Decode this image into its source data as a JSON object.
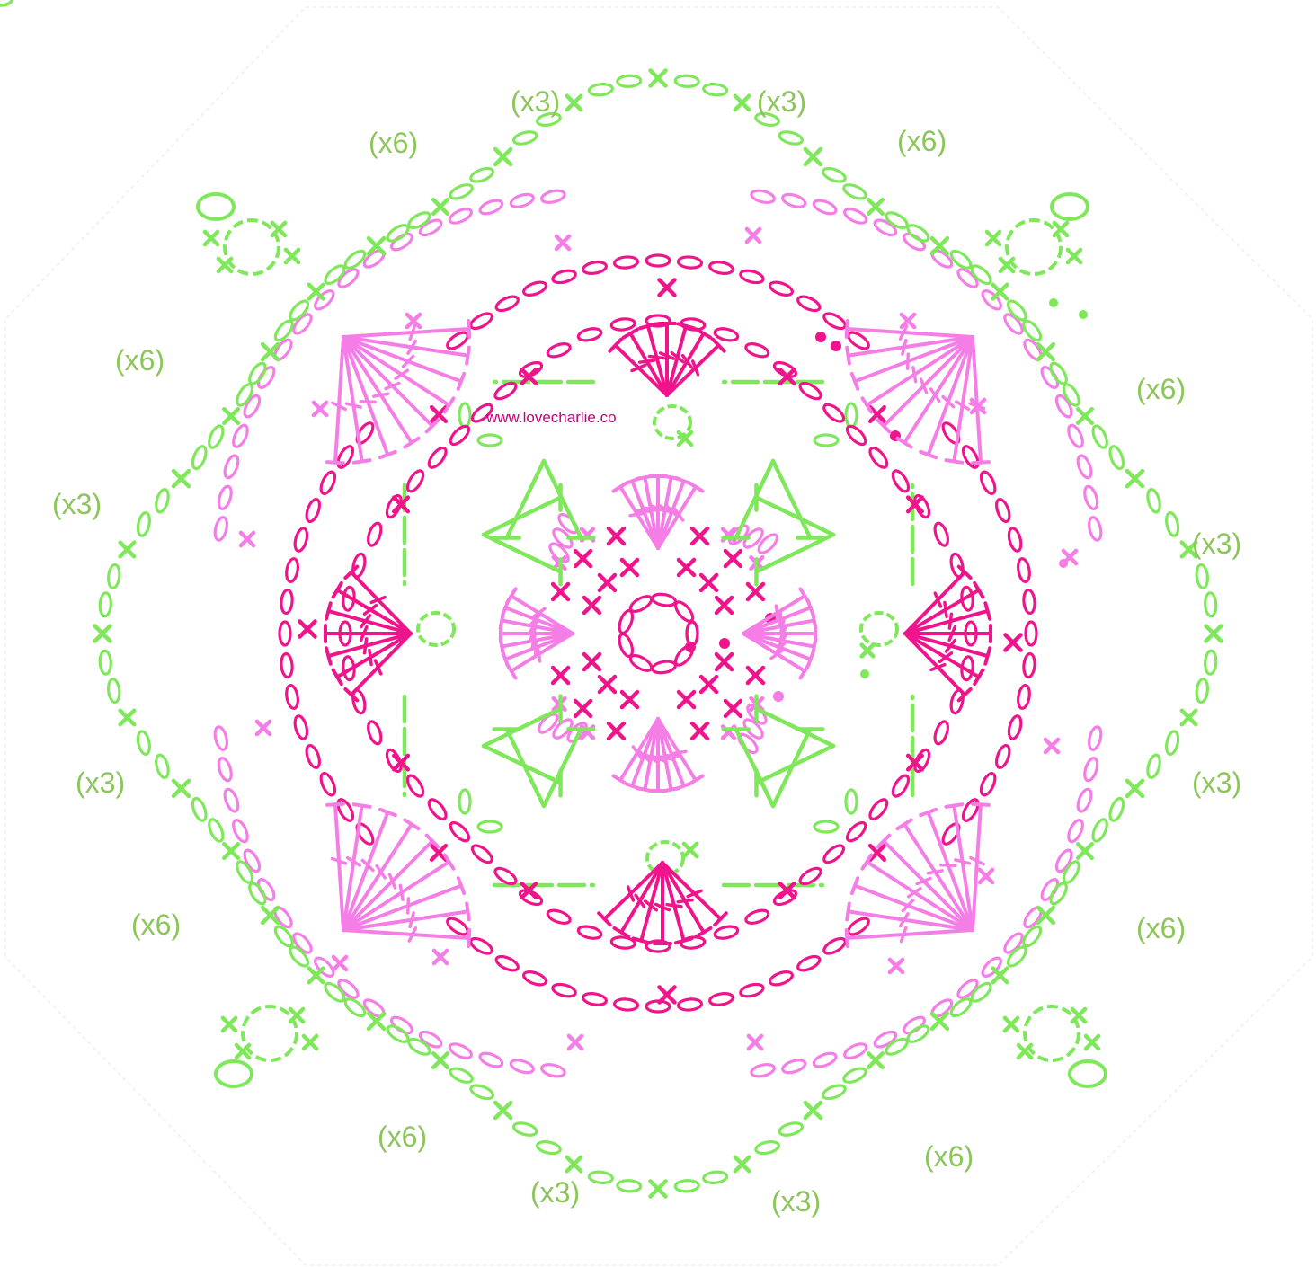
{
  "diagram": {
    "watermark": "www.lovecharlie.co",
    "repeat_labels": {
      "top_left_x3": "(x3)",
      "top_right_x3": "(x3)",
      "top_left_x6": "(x6)",
      "top_right_x6": "(x6)",
      "left_upper_x6": "(x6)",
      "right_upper_x6": "(x6)",
      "left_x3_upper": "(x3)",
      "right_x3_upper": "(x3)",
      "left_x3_lower": "(x3)",
      "right_x3_lower": "(x3)",
      "left_lower_x6": "(x6)",
      "right_lower_x6": "(x6)",
      "bottom_left_x6": "(x6)",
      "bottom_right_x6": "(x6)",
      "bottom_left_x3": "(x3)",
      "bottom_right_x3": "(x3)"
    }
  },
  "colors": {
    "green": "#7ee85a",
    "label_green": "#8cc65a",
    "magenta": "#f0148c",
    "pink": "#f47ee6",
    "watermark": "#c4007a"
  }
}
